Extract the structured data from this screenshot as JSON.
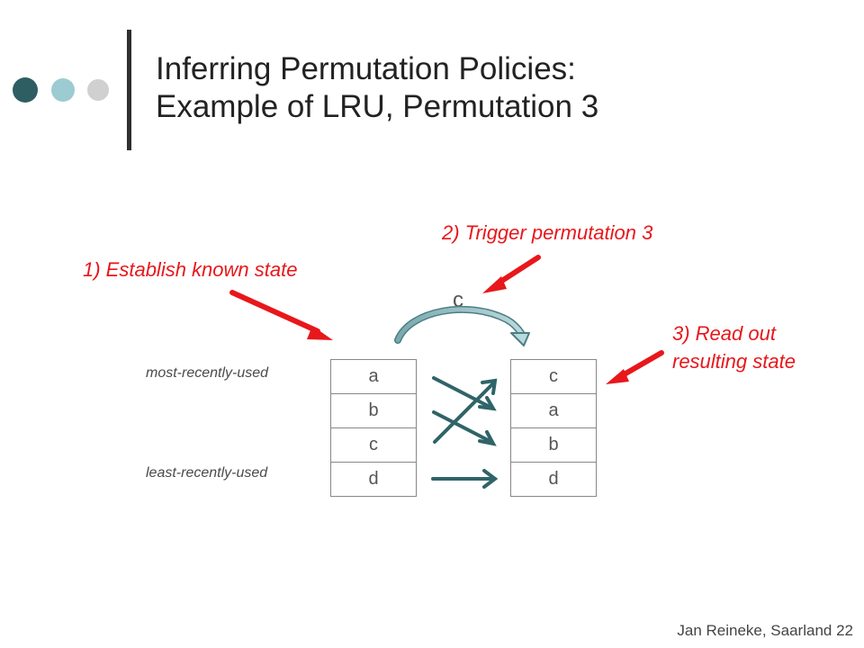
{
  "title": {
    "line1": "Inferring Permutation Policies:",
    "line2": "Example of LRU, Permutation 3"
  },
  "annotations": {
    "step1": "1) Establish known state",
    "step2": "2) Trigger permutation 3",
    "step3_line1": "3) Read out",
    "step3_line2": "resulting state"
  },
  "labels": {
    "most_recently_used": "most-recently-used",
    "least_recently_used": "least-recently-used",
    "accessed_element": "c"
  },
  "cache_before": [
    "a",
    "b",
    "c",
    "d"
  ],
  "cache_after": [
    "c",
    "a",
    "b",
    "d"
  ],
  "footer": "Jan Reineke, Saarland 22",
  "colors": {
    "accent_red": "#e8171b",
    "teal_dark": "#2e5e61",
    "teal_light": "#9ccbd1",
    "gray_dot": "#d0d0d0"
  }
}
